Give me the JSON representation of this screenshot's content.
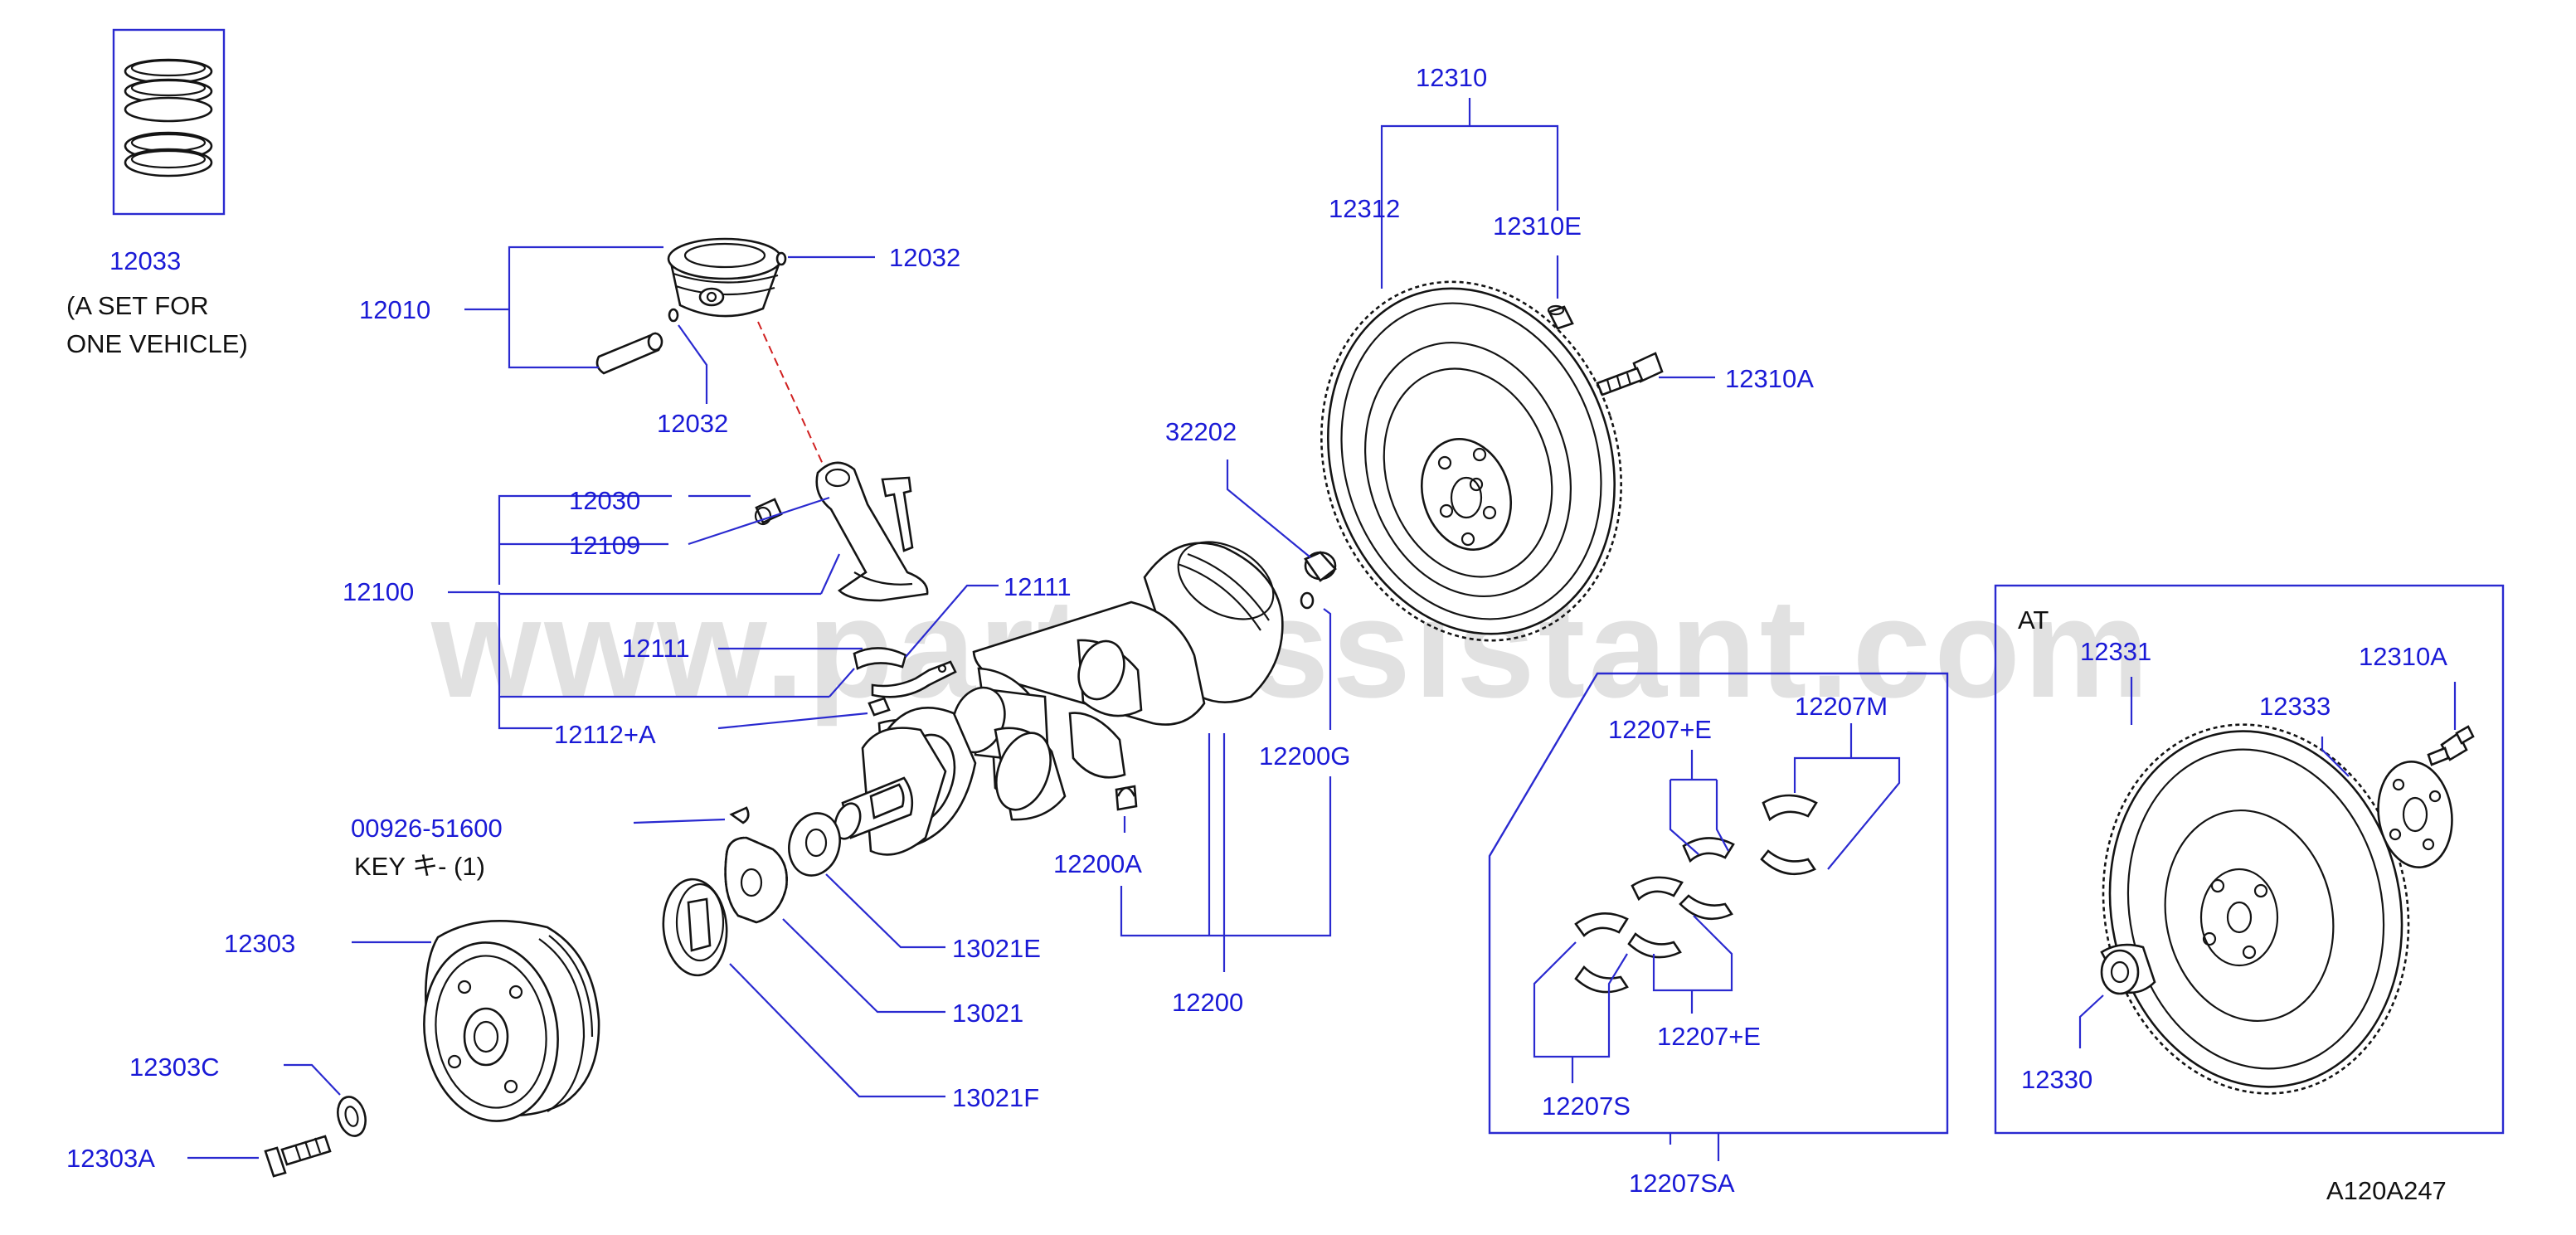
{
  "watermark": "www.partsassistant.com",
  "diagram_code": "A120A247",
  "set_note_line1": "(A  SET  FOR",
  "set_note_line2": "ONE  VEHICLE)",
  "key_note": "KEY      キ-     (1)",
  "at_label": "AT",
  "labels": {
    "p12033": "12033",
    "p12010": "12010",
    "p12032a": "12032",
    "p12032b": "12032",
    "p12030": "12030",
    "p12109": "12109",
    "p12100": "12100",
    "p12111a": "12111",
    "p12111b": "12111",
    "p12112": "12112+A",
    "p00926": "00926-51600",
    "p12303": "12303",
    "p12303c": "12303C",
    "p12303a": "12303A",
    "p13021e": "13021E",
    "p13021": "13021",
    "p13021f": "13021F",
    "p32202": "32202",
    "p12200g": "12200G",
    "p12200a": "12200A",
    "p12200": "12200",
    "p12310": "12310",
    "p12312": "12312",
    "p12310e": "12310E",
    "p12310a": "12310A",
    "p12207e1": "12207+E",
    "p12207m": "12207M",
    "p12207e2": "12207+E",
    "p12207s": "12207S",
    "p12207sa": "12207SA",
    "p12331": "12331",
    "p12333": "12333",
    "p12310a_at": "12310A",
    "p12330": "12330"
  }
}
